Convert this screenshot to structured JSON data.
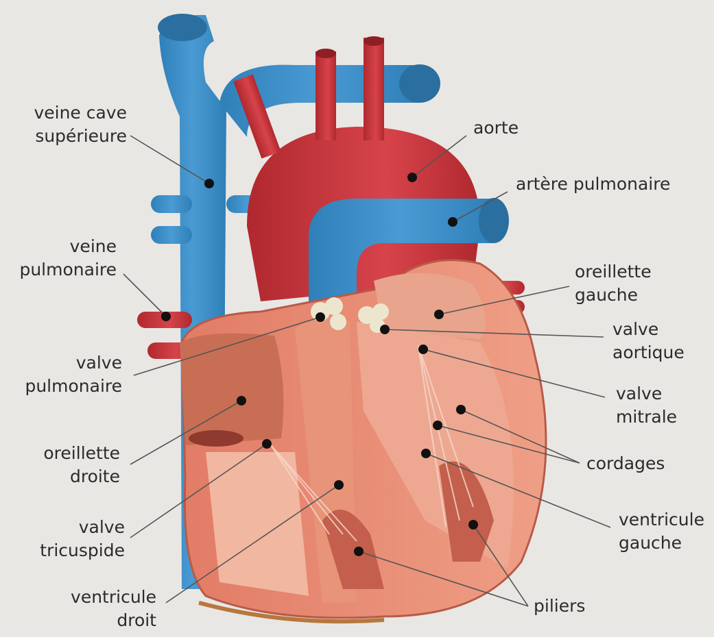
{
  "colors": {
    "background": "#e9e7e4",
    "vein_blue": "#3f8fc9",
    "artery_red": "#c8343a",
    "muscle_pink": "#e98b72",
    "chamber": "#d98567",
    "valve": "#ece6cf",
    "leader": "#555555"
  },
  "labels": {
    "vcs": [
      "veine cave",
      "supérieure"
    ],
    "vp": [
      "veine",
      "pulmonaire"
    ],
    "valve_pulm": [
      "valve",
      "pulmonaire"
    ],
    "od": [
      "oreillette",
      "droite"
    ],
    "valve_tri": [
      "valve",
      "tricuspide"
    ],
    "vd": [
      "ventricule",
      "droit"
    ],
    "aorte": [
      "aorte"
    ],
    "artp": [
      "artère pulmonaire"
    ],
    "og": [
      "oreillette",
      "gauche"
    ],
    "valve_ao": [
      "valve",
      "aortique"
    ],
    "valve_mit": [
      "valve",
      "mitrale"
    ],
    "cordages": [
      "cordages"
    ],
    "vg": [
      "ventricule",
      "gauche"
    ],
    "piliers": [
      "piliers"
    ]
  }
}
